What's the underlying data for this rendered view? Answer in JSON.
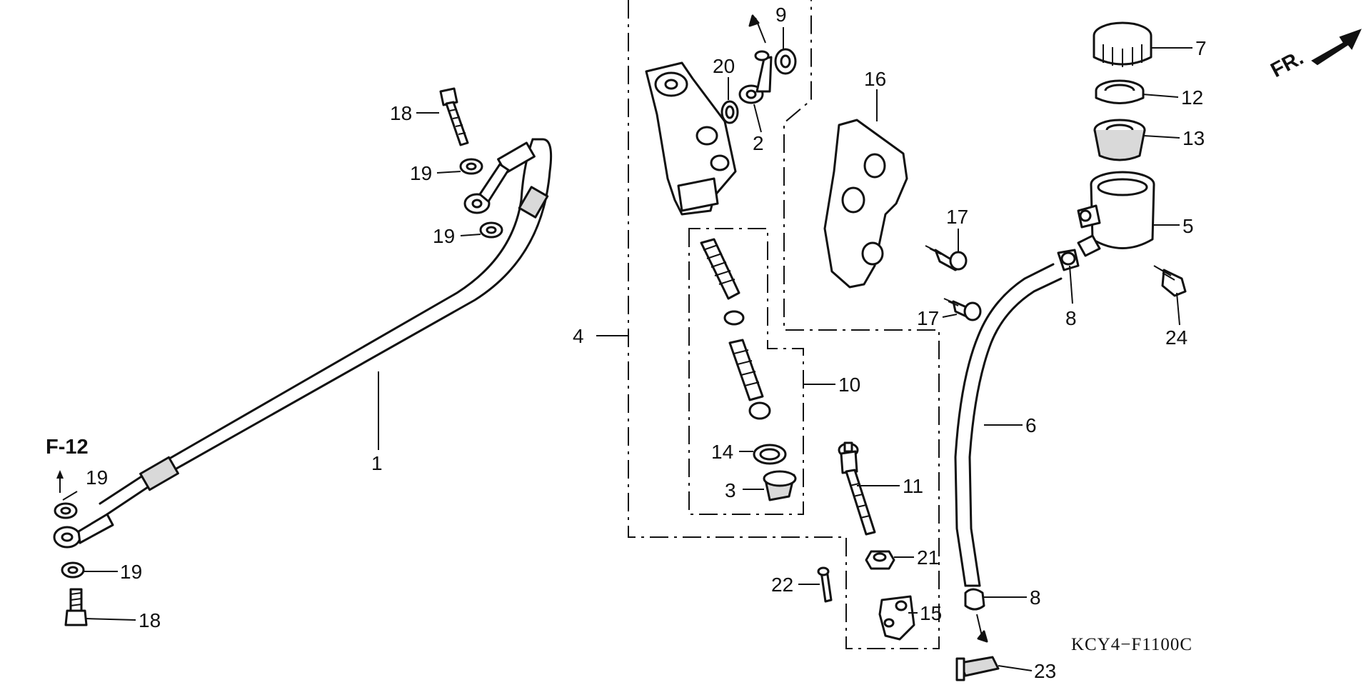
{
  "callouts": {
    "c1": "1",
    "c2": "2",
    "c3": "3",
    "c4": "4",
    "c5": "5",
    "c6": "6",
    "c7": "7",
    "c8a": "8",
    "c8b": "8",
    "c9": "9",
    "c10": "10",
    "c11": "11",
    "c12": "12",
    "c13": "13",
    "c14": "14",
    "c15": "15",
    "c16": "16",
    "c17a": "17",
    "c17b": "17",
    "c18a": "18",
    "c18b": "18",
    "c19a": "19",
    "c19b": "19",
    "c19c": "19",
    "c19d": "19",
    "c20": "20",
    "c21": "21",
    "c22": "22",
    "c23": "23",
    "c24": "24"
  },
  "references": {
    "front_marker": "FR.",
    "figure_ref": "F-12",
    "diagram_code": "KCY4−F1100C"
  },
  "parts": [
    {
      "callout": "1",
      "name": "brake-hose"
    },
    {
      "callout": "2",
      "name": "hose-joint"
    },
    {
      "callout": "3",
      "name": "boot"
    },
    {
      "callout": "4",
      "name": "rear-master-cylinder-assembly"
    },
    {
      "callout": "5",
      "name": "reservoir-tank"
    },
    {
      "callout": "6",
      "name": "reservoir-hose"
    },
    {
      "callout": "7",
      "name": "reservoir-cap"
    },
    {
      "callout": "8",
      "name": "hose-clip"
    },
    {
      "callout": "9",
      "name": "o-ring"
    },
    {
      "callout": "10",
      "name": "piston-set"
    },
    {
      "callout": "11",
      "name": "push-rod"
    },
    {
      "callout": "12",
      "name": "set-plate"
    },
    {
      "callout": "13",
      "name": "diaphragm"
    },
    {
      "callout": "14",
      "name": "circlip"
    },
    {
      "callout": "15",
      "name": "joint"
    },
    {
      "callout": "16",
      "name": "stay-plate"
    },
    {
      "callout": "17",
      "name": "bolt"
    },
    {
      "callout": "18",
      "name": "oil-bolt"
    },
    {
      "callout": "19",
      "name": "sealing-washer"
    },
    {
      "callout": "20",
      "name": "o-ring"
    },
    {
      "callout": "21",
      "name": "nut"
    },
    {
      "callout": "22",
      "name": "cotter-pin"
    },
    {
      "callout": "23",
      "name": "joint-pin"
    },
    {
      "callout": "24",
      "name": "bolt"
    }
  ]
}
